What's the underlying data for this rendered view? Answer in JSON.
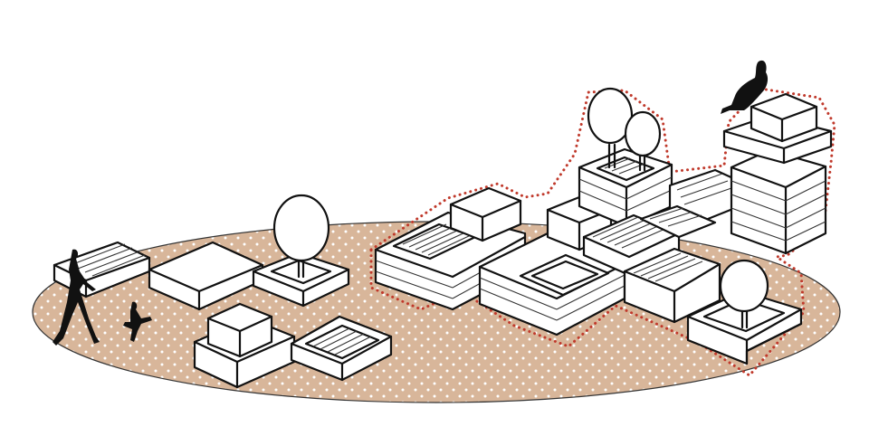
{
  "figure": {
    "kind": "axonometric street-furniture diagram",
    "colors": {
      "ground_fill": "#d8b69a",
      "ground_dots": "#ffffff",
      "module_fill": "#ffffff",
      "outline": "#111111",
      "boundary_dots": "#c0392b",
      "silhouette": "#111111"
    },
    "elements": [
      "ground-ellipse",
      "left-cluster",
      "right-cluster",
      "tree-icon",
      "pedestrian-icon",
      "child-icon",
      "sitting-person-icon",
      "highlight-boundary"
    ]
  }
}
